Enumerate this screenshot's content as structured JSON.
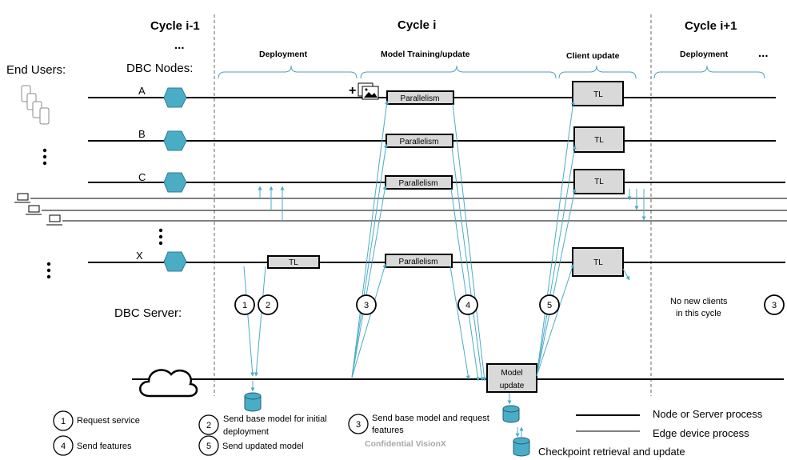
{
  "cycles": {
    "prev": "Cycle i-1",
    "current": "Cycle i",
    "next": "Cycle i+1"
  },
  "phases": {
    "deployment": "Deployment",
    "training": "Model Training/update",
    "client_update": "Client update",
    "deployment_next": "Deployment",
    "ellipsis_top": "...",
    "ellipsis_right": "..."
  },
  "labels": {
    "end_users": "End Users:",
    "dbc_nodes": "DBC  Nodes:",
    "dbc_server": "DBC Server:",
    "no_new_clients_1": "No new clients",
    "no_new_clients_2": "in this cycle"
  },
  "nodes": [
    "A",
    "B",
    "C",
    "X"
  ],
  "boxes": {
    "parallelism": "Parallelism",
    "tl": "TL",
    "model_update_1": "Model",
    "model_update_2": "update"
  },
  "steps": [
    "1",
    "2",
    "3",
    "4",
    "5",
    "3"
  ],
  "legend": {
    "request_service": "Request service",
    "send_features": "Send features",
    "send_base_model_1": "Send base model for initial",
    "send_base_model_2": "deployment",
    "send_updated_model": "Send updated model",
    "send_base_request_1": "Send base model and request",
    "send_base_request_2": "features",
    "node_server_process": "Node or Server process",
    "edge_device_process": "Edge device process",
    "checkpoint": "Checkpoint retrieval and update",
    "watermark": "Confidential VisionX",
    "nums": [
      "1",
      "4",
      "2",
      "5",
      "3"
    ]
  },
  "colors": {
    "hexagon": "#4bacc6",
    "arrow": "#4bacc6",
    "box_fill": "#d9d9d9",
    "line": "#000000"
  },
  "icons": [
    "mobile-devices-icon",
    "laptop-icon",
    "cloud-icon",
    "database-icon",
    "image-icon"
  ]
}
